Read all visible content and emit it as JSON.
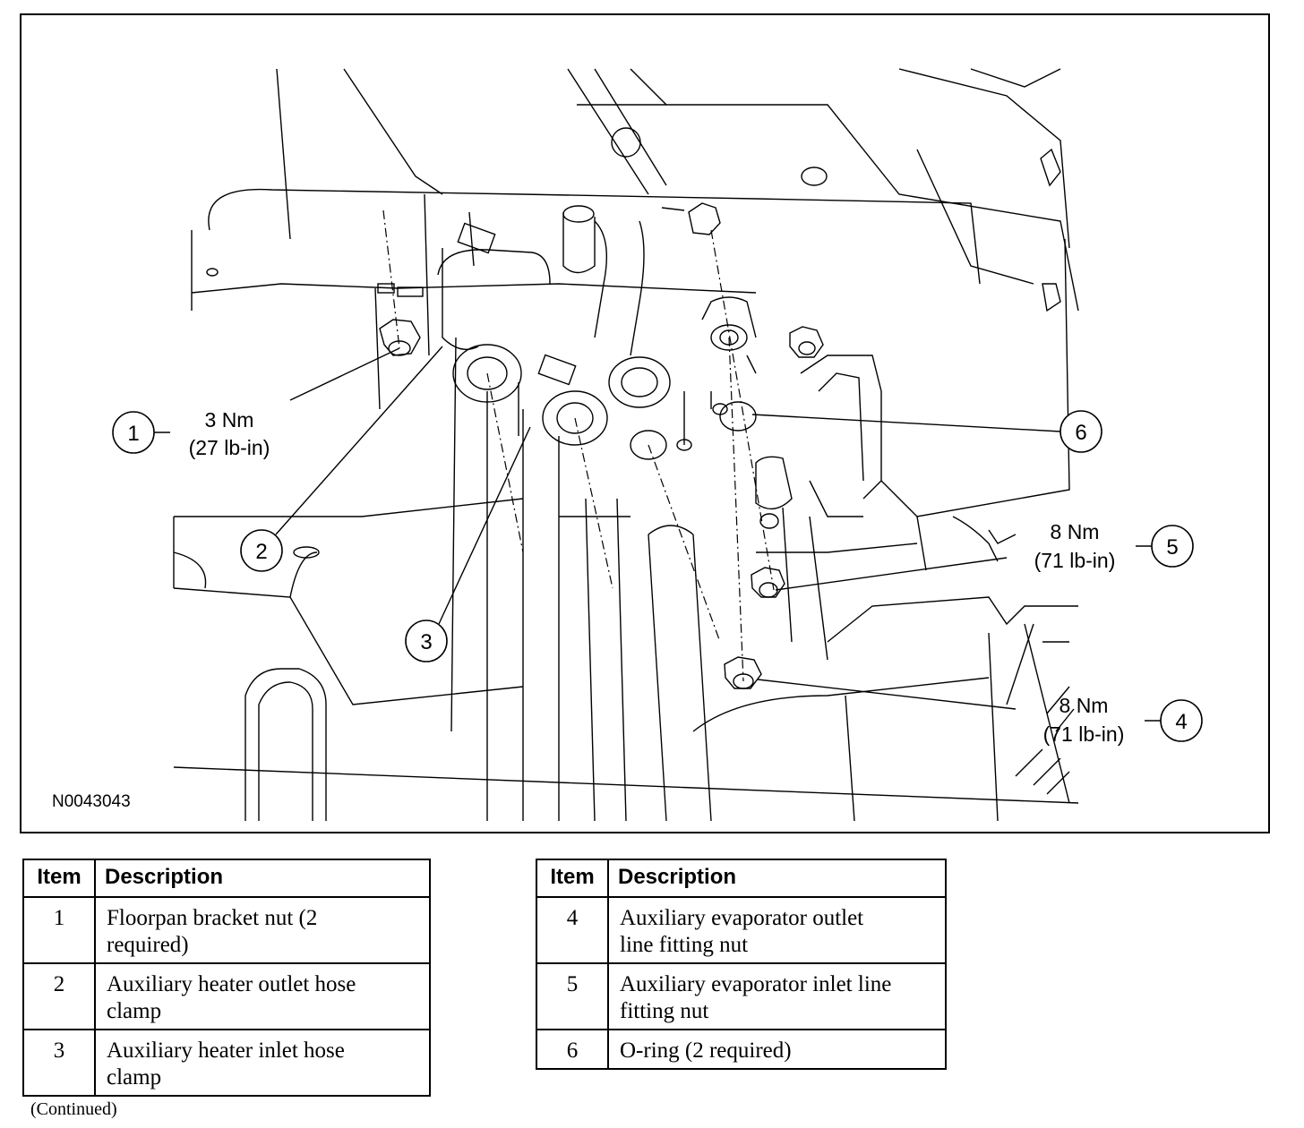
{
  "figure": {
    "code": "N0043043",
    "callouts": [
      {
        "num": "1",
        "torque_nm": "3 Nm",
        "torque_lbin": "(27 lb-in)"
      },
      {
        "num": "2"
      },
      {
        "num": "3"
      },
      {
        "num": "4",
        "torque_nm": "8 Nm",
        "torque_lbin": "(71 lb-in)"
      },
      {
        "num": "5",
        "torque_nm": "8 Nm",
        "torque_lbin": "(71 lb-in)"
      },
      {
        "num": "6"
      }
    ]
  },
  "tables": [
    {
      "header_item": "Item",
      "header_desc": "Description",
      "rows": [
        {
          "item": "1",
          "line1": "Floorpan bracket nut (2",
          "line2": "required)"
        },
        {
          "item": "2",
          "line1": "Auxiliary heater outlet hose",
          "line2": "clamp"
        },
        {
          "item": "3",
          "line1": "Auxiliary heater inlet hose",
          "line2": "clamp"
        }
      ]
    },
    {
      "header_item": "Item",
      "header_desc": "Description",
      "rows": [
        {
          "item": "4",
          "line1": "Auxiliary evaporator outlet",
          "line2": "line fitting nut"
        },
        {
          "item": "5",
          "line1": "Auxiliary evaporator inlet line",
          "line2": "fitting nut"
        },
        {
          "item": "6",
          "line1": "O-ring (2 required)",
          "line2": ""
        }
      ]
    }
  ],
  "footer": {
    "continued": "(Continued)"
  }
}
